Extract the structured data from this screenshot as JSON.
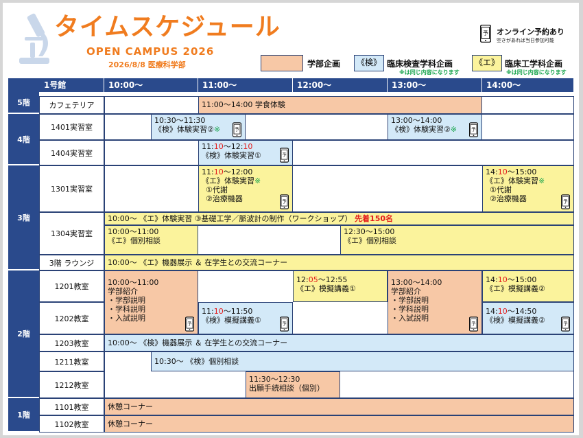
{
  "header": {
    "title": "タイムスケジュール",
    "subtitle": "OPEN  CAMPUS 2026",
    "date_dept": "2026/8/8  医療科学部"
  },
  "online": {
    "label": "オンライン予約あり",
    "sub": "空きがあれば当日参加可能",
    "phone_char": "予"
  },
  "legend": {
    "dept_label": "学部企画",
    "ken_box": "《検》",
    "ken_label": "臨床検査学科企画",
    "ko_box": "《エ》",
    "ko_label": "臨床工学科企画",
    "note": "※は同じ内容になります"
  },
  "colors": {
    "orange": "#f7c8a6",
    "blue": "#d3e9f8",
    "yellow": "#fbf39c",
    "navy": "#2a4a8c",
    "title": "#f07c1f"
  },
  "table": {
    "corner": "1号館",
    "times": [
      "10:00～",
      "11:00～",
      "12:00～",
      "13:00～",
      "14:00～"
    ],
    "floors": [
      "5階",
      "4階",
      "3階",
      "2階",
      "1階"
    ],
    "rooms": {
      "cafeteria": "カフェテリア",
      "r1401": "1401実習室",
      "r1404": "1404実習室",
      "r1301": "1301実習室",
      "r1304": "1304実習室",
      "lounge3": "3階 ラウンジ",
      "r1201": "1201教室",
      "r1202": "1202教室",
      "r1203": "1203教室",
      "r1211": "1211教室",
      "r1212": "1212教室",
      "r1101": "1101教室",
      "r1102": "1102教室"
    }
  },
  "events": {
    "cafeteria": "11:00～14:00 学食体験",
    "e1401a": {
      "time": "10:30～11:30",
      "title": "《検》体験実習②",
      "mark": "※"
    },
    "e1401b": {
      "time": "13:00～14:00",
      "title": "《検》体験実習②",
      "mark": "※"
    },
    "e1404": {
      "time_a": "11:",
      "time_b": "10",
      "time_c": "～12:",
      "time_d": "10",
      "title": "《検》体験実習①"
    },
    "e1301a": {
      "time_a": "11:",
      "time_b": "10",
      "time_c": "～12:00",
      "title": "《エ》体験実習",
      "mark": "※",
      "item1": "①代謝",
      "item2": "②治療機器"
    },
    "e1301b": {
      "time_a": "14:",
      "time_b": "10",
      "time_c": "～15:00",
      "title": "《エ》体験実習",
      "mark": "※",
      "item1": "①代謝",
      "item2": "②治療機器"
    },
    "e1304_main": {
      "text": "10:00～ 《エ》体験実習 ③基礎工学／脈波計の制作（ワークショップ）",
      "highlight": "先着150名"
    },
    "e1304_b1": {
      "time": "10:00～11:00",
      "title": "《エ》個別相談"
    },
    "e1304_b2": {
      "time": "12:30～15:00",
      "title": "《エ》個別相談"
    },
    "lounge3": "10:00～ 《エ》機器展示 ＆ 在学生との交流コーナー",
    "dept_a": {
      "time": "10:00～11:00",
      "title": "学部紹介",
      "item1": "・学部説明",
      "item2": "・学科説明",
      "item3": "・入試説明"
    },
    "dept_b": {
      "time": "13:00～14:00",
      "title": "学部紹介",
      "item1": "・学部説明",
      "item2": "・学科説明",
      "item3": "・入試説明"
    },
    "e1201a": {
      "time_a": "12:",
      "time_b": "05",
      "time_c": "～12:55",
      "title": "《エ》模擬講義①"
    },
    "e1201b": {
      "time_a": "14:",
      "time_b": "10",
      "time_c": "～15:00",
      "title": "《エ》模擬講義②"
    },
    "e1202a": {
      "time_a": "11:",
      "time_b": "10",
      "time_c": "～11:50",
      "title": "《検》模擬講義①"
    },
    "e1202b": {
      "time_a": "14:",
      "time_b": "10",
      "time_c": "～14:50",
      "title": "《検》模擬講義②"
    },
    "r1203": "10:00～ 《検》機器展示 ＆ 在学生との交流コーナー",
    "r1211": "10:30～ 《検》個別相談",
    "r1212": {
      "time": "11:30～12:30",
      "title": "出願手続相談（個別）"
    },
    "r1101": "休憩コーナー",
    "r1102": "休憩コーナー"
  }
}
